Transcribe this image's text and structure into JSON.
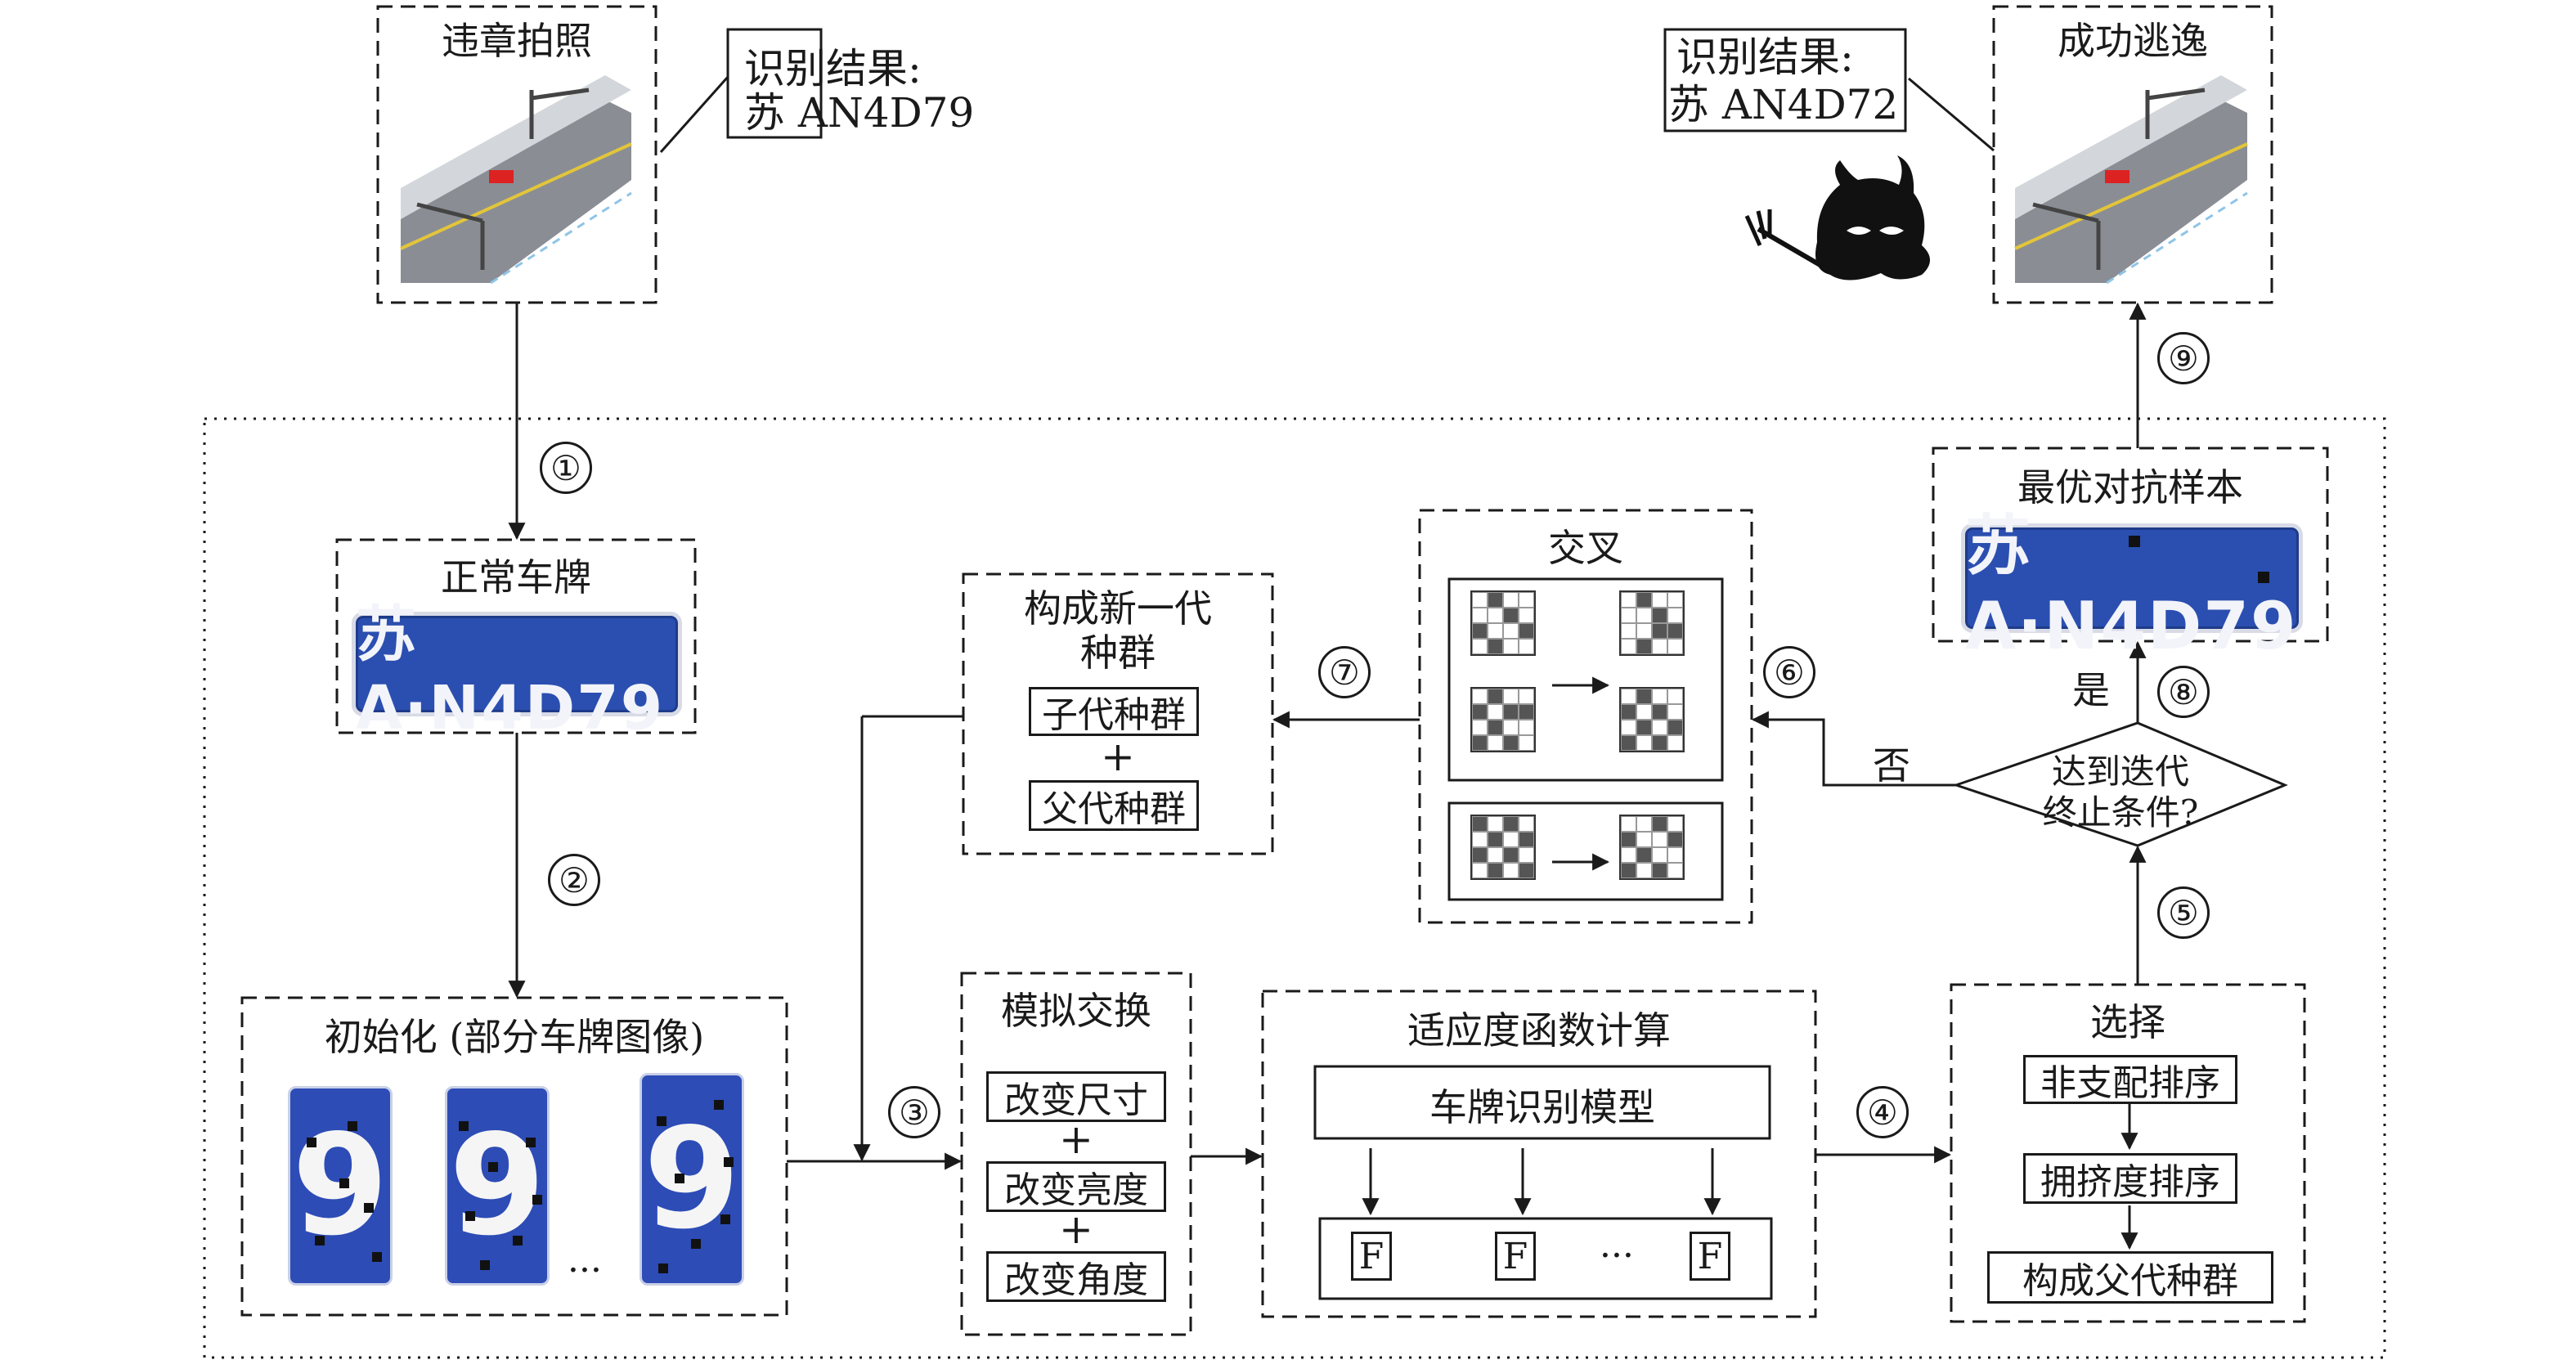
{
  "top_left": {
    "title": "违章拍照",
    "result_label": "识别结果:",
    "result_value": "苏 AN4D79"
  },
  "top_right": {
    "title": "成功逃逸",
    "result_label": "识别结果:",
    "result_value": "苏 AN4D72"
  },
  "normal_plate": {
    "title": "正常车牌",
    "plate_text": "苏A·N4D79"
  },
  "init": {
    "title": "初始化 (部分车牌图像)",
    "tile_char": "9",
    "ellipsis": "···"
  },
  "simulate": {
    "title": "模拟交换",
    "items": [
      "改变尺寸",
      "+",
      "改变亮度",
      "+",
      "改变角度"
    ]
  },
  "fitness": {
    "title": "适应度函数计算",
    "model": "车牌识别模型",
    "f_items": [
      "F",
      "F",
      "F"
    ],
    "ellipsis": "···"
  },
  "select": {
    "title": "选择",
    "items": [
      "非支配排序",
      "拥挤度排序",
      "构成父代种群"
    ]
  },
  "decision": {
    "line1": "达到迭代",
    "line2": "终止条件?",
    "yes": "是",
    "no": "否"
  },
  "crossover": {
    "title": "交叉"
  },
  "newgen": {
    "title_line1": "构成新一代",
    "title_line2": "种群",
    "items": [
      "子代种群",
      "+",
      "父代种群"
    ]
  },
  "best": {
    "title": "最优对抗样本",
    "plate_text": "苏A·N4D79"
  },
  "steps": [
    "①",
    "②",
    "③",
    "④",
    "⑤",
    "⑥",
    "⑦",
    "⑧",
    "⑨"
  ],
  "colors": {
    "plate_blue": "#2b4fb0",
    "line": "#1a1a1a"
  }
}
